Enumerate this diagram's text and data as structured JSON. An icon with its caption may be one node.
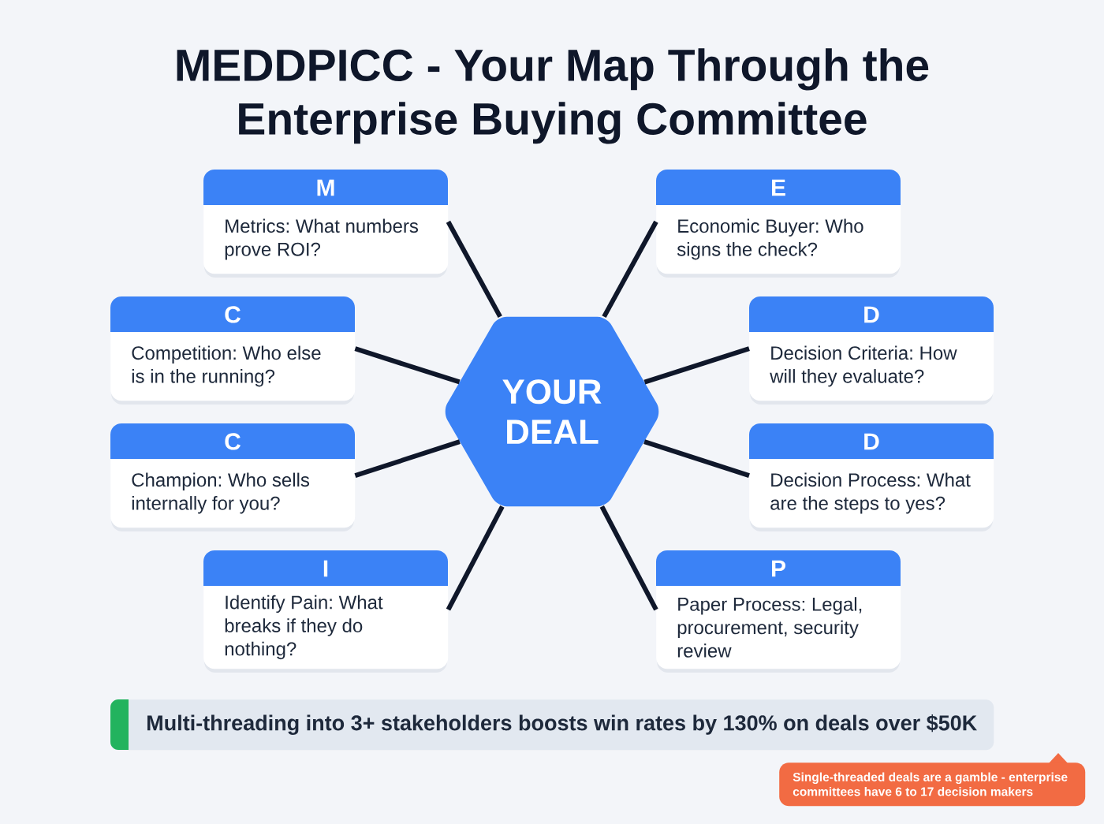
{
  "diagram": {
    "title": "MEDDPICC - Your Map Through the Enterprise Buying Committee",
    "nodes": [
      {
        "text": [
          "M",
          "Metrics: What numbers prove ROI?"
        ]
      },
      {
        "text": [
          "E",
          "Economic Buyer: Who signs the check?"
        ]
      },
      {
        "text": [
          "C",
          "Competition: Who else is in the running?"
        ]
      },
      {
        "text": [
          "YOUR DEAL"
        ]
      },
      {
        "text": [
          "D",
          "Decision Criteria: How will they evaluate?"
        ]
      },
      {
        "text": [
          "C",
          "Champion: Who sells internally for you?"
        ]
      },
      {
        "text": [
          "D",
          "Decision Process: What are the steps to yes?"
        ]
      },
      {
        "text": [
          "I",
          "Identify Pain: What breaks if they do nothing?"
        ]
      },
      {
        "text": [
          "P",
          "Paper Process: Legal, procurement, security review"
        ]
      },
      {
        "text": [
          "Multi-threading into 3+ stakeholders boosts win rates by 130% on deals over $50K"
        ]
      },
      {
        "text": [
          "Single-threaded deals are a gamble - enterprise committees have 6 to 17 decision makers"
        ]
      }
    ],
    "edges": [
      {
        "from": 3,
        "to": 0,
        "arrow": "none"
      },
      {
        "from": 3,
        "to": 1,
        "arrow": "none"
      },
      {
        "from": 3,
        "to": 2,
        "arrow": "none"
      },
      {
        "from": 3,
        "to": 4,
        "arrow": "none"
      },
      {
        "from": 3,
        "to": 5,
        "arrow": "none"
      },
      {
        "from": 3,
        "to": 6,
        "arrow": "none"
      },
      {
        "from": 3,
        "to": 7,
        "arrow": "none"
      },
      {
        "from": 3,
        "to": 8,
        "arrow": "none"
      }
    ]
  }
}
